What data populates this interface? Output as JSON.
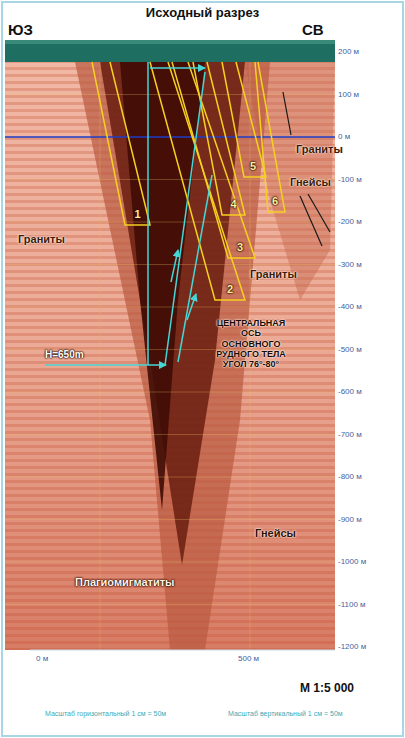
{
  "diagram": {
    "title": "Исходный разрез",
    "labels": [
      "ЮЗ",
      "СВ",
      "200 м",
      "100 м",
      "0 м",
      "-100 м",
      "-200 м",
      "-300 м",
      "-400 м",
      "-500 м",
      "-600 м",
      "-700 м",
      "-800 м",
      "-900 м",
      "-1000 м",
      "-1100 м",
      "-1200 м",
      "Граниты",
      "Гнейсы",
      "1",
      "4",
      "5",
      "6",
      "3",
      "Граниты",
      "Граниты",
      "2",
      "ЦЕНТРАЛЬНАЯ ОСЬ ОСНОВНОГО РУДНОГО ТЕЛА УГОЛ 76°-80°",
      "H=650m",
      "Гнейсы",
      "Плагиомигматиты",
      "0 м",
      "500 м",
      "М 1:5 000",
      "Масштаб горизонтальный 1 см = 50м",
      "Масштаб вертикальный 1 см = 50м"
    ]
  }
}
